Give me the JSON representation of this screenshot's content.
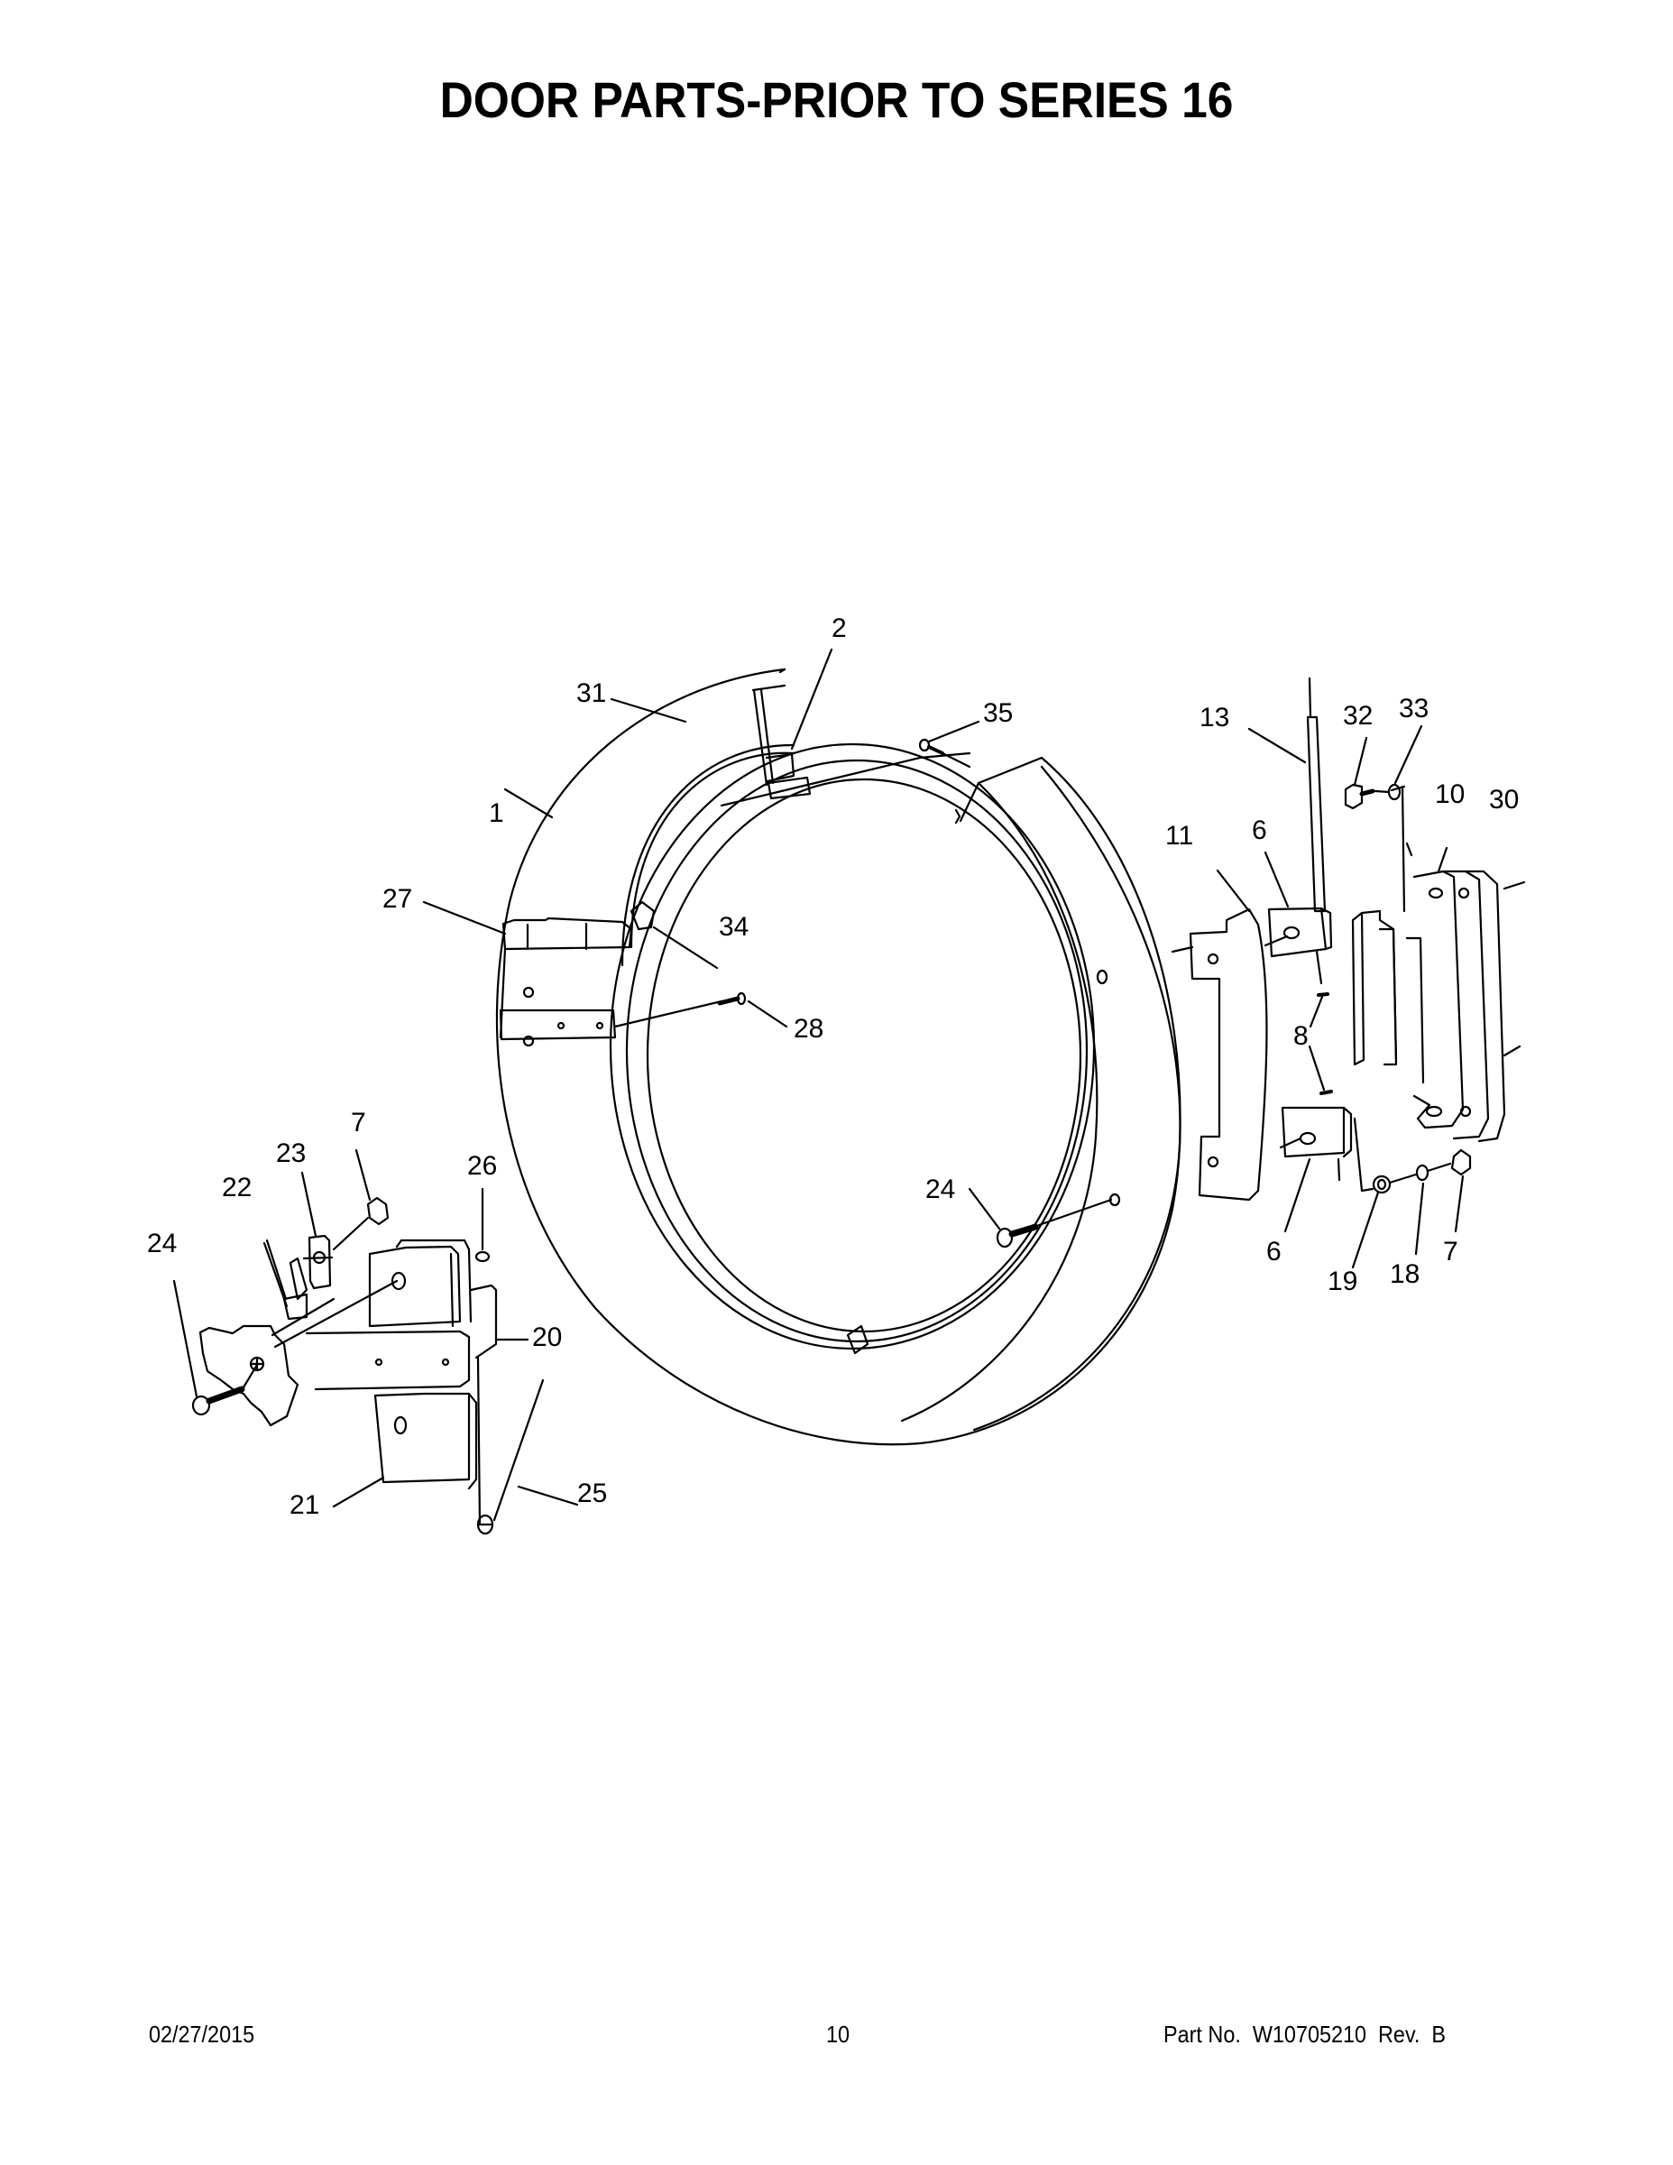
{
  "page": {
    "title": "DOOR PARTS-PRIOR TO SERIES 16"
  },
  "diagram": {
    "callouts": {
      "c1": "1",
      "c2": "2",
      "c6a": "6",
      "c6b": "6",
      "c7a": "7",
      "c7b": "7",
      "c8": "8",
      "c10": "10",
      "c11": "11",
      "c13": "13",
      "c18": "18",
      "c19": "19",
      "c20": "20",
      "c21": "21",
      "c22": "22",
      "c23": "23",
      "c24a": "24",
      "c24b": "24",
      "c25": "25",
      "c26": "26",
      "c27": "27",
      "c28": "28",
      "c30": "30",
      "c31": "31",
      "c32": "32",
      "c33": "33",
      "c34": "34",
      "c35": "35"
    }
  },
  "footer": {
    "date": "02/27/2015",
    "page_number": "10",
    "part_number": "Part No.  W10705210  Rev.  B"
  }
}
